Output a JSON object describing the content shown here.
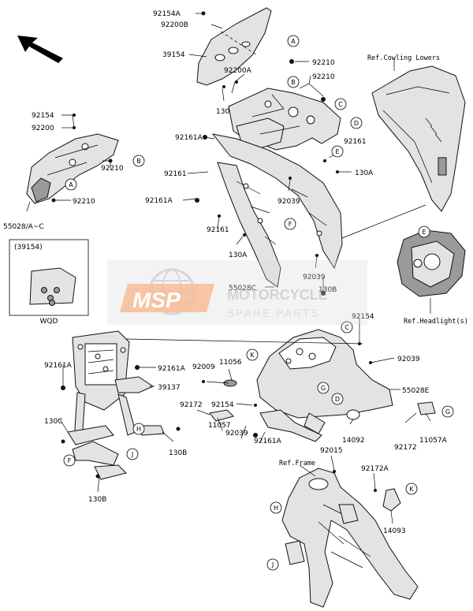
{
  "part_labels": {
    "p92154A": "92154A",
    "p92200B": "92200B",
    "p39154": "39154",
    "p92200A": "92200A",
    "p92210_top": "92210",
    "p92210_b": "92210",
    "p130_top": "130",
    "p92154_left": "92154",
    "p92200": "92200",
    "p92161A_a": "92161A",
    "p92210_left": "92210",
    "p92210_left2": "92210",
    "p55028AC": "55028/A~C",
    "p92161_a": "92161",
    "p92161A_b": "92161A",
    "p92161_b": "92161",
    "p130A_a": "130A",
    "p92039_a": "92039",
    "p92161_c": "92161",
    "p130A_b": "130A",
    "p55028C": "55028C",
    "p92039_b": "92039",
    "p130B_a": "130B",
    "p92154_r": "92154",
    "p92039_c": "92039",
    "p55028E": "55028E",
    "p92161A_c": "92161A",
    "p92161A_d": "92161A",
    "p39137": "39137",
    "p92009": "92009",
    "p11056": "11056",
    "p92172_a": "92172",
    "p92154_m": "92154",
    "p130C": "130C",
    "p11057": "11057",
    "p92039_d": "92039",
    "p92161A_e": "92161A",
    "p130B_b": "130B",
    "p14092": "14092",
    "p92172_b": "92172",
    "p11057A": "11057A",
    "p92015": "92015",
    "p92172A": "92172A",
    "p14093": "14093",
    "p130B_c": "130B"
  },
  "references": {
    "cowling_lowers": "Ref.Cowling Lowers",
    "headlight": "Ref.Headlight(s)",
    "frame": "Ref.Frame"
  },
  "inset": {
    "title": "(39154)",
    "caption": "WQD"
  },
  "callouts": [
    "A",
    "B",
    "C",
    "D",
    "E",
    "F",
    "G",
    "H",
    "J",
    "K"
  ],
  "watermark": {
    "logo": "MSP",
    "line1": "MOTORCYCLE",
    "line2": "SPARE PARTS"
  },
  "colors": {
    "line": "#000000",
    "part_fill": "#e3e3e3",
    "dark_fill": "#9a9a9a",
    "watermark_orange": "#f08a4b",
    "watermark_gray": "#c8c8c8"
  },
  "icons": {
    "direction_arrow": "arrow-up-left-icon",
    "watermark_globe": "globe-icon"
  }
}
